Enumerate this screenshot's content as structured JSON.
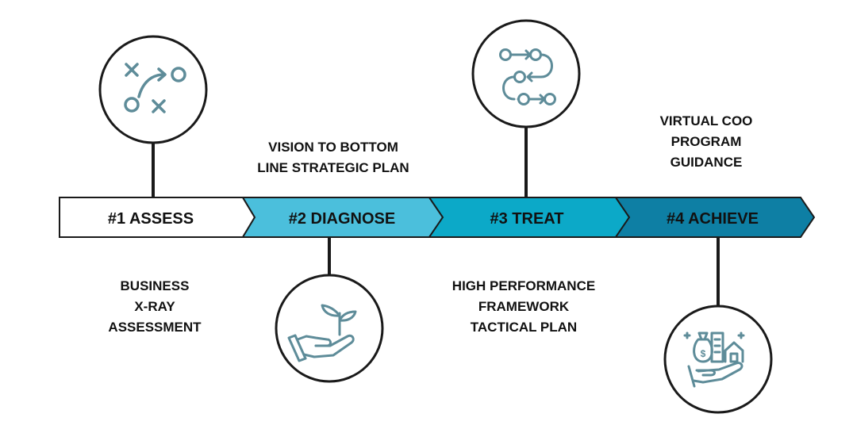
{
  "steps": [
    {
      "label": "#1 ASSESS",
      "fill": "#ffffff",
      "text_color": "#111111"
    },
    {
      "label": "#2 DIAGNOSE",
      "fill": "#4bbfdc",
      "text_color": "#111111"
    },
    {
      "label": "#3 TREAT",
      "fill": "#0ca9c8",
      "text_color": "#111111"
    },
    {
      "label": "#4 ACHIEVE",
      "fill": "#0e7fa4",
      "text_color": "#111111"
    }
  ],
  "descriptions": {
    "assess": [
      "BUSINESS",
      "X-RAY",
      "ASSESSMENT"
    ],
    "diagnose": [
      "VISION TO BOTTOM",
      "LINE STRATEGIC PLAN"
    ],
    "treat": [
      "HIGH PERFORMANCE",
      "FRAMEWORK",
      "TACTICAL PLAN"
    ],
    "achieve": [
      "VIRTUAL COO",
      "PROGRAM",
      "GUIDANCE"
    ]
  },
  "icons": {
    "assess": "strategy-play-icon",
    "diagnose": "hand-sprout-icon",
    "treat": "process-flow-icon",
    "achieve": "hand-money-city-icon"
  },
  "colors": {
    "stroke": "#1a1a1a",
    "icon": "#5e8c99"
  }
}
